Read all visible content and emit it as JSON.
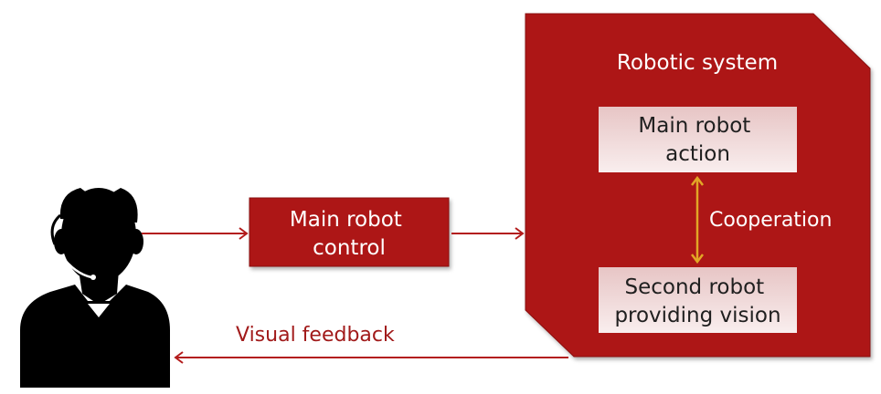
{
  "system": {
    "title": "Robotic system"
  },
  "boxes": {
    "main_action": [
      "Main robot",
      "action"
    ],
    "second_robot": [
      "Second robot",
      "providing vision"
    ],
    "main_control": [
      "Main robot",
      "control"
    ]
  },
  "labels": {
    "cooperation": "Cooperation",
    "visual_feedback": "Visual feedback"
  },
  "colors": {
    "system_fill": "#ad1616",
    "control_fill": "#ad1616",
    "arrow_red": "#b31c1c",
    "arrow_cooperation": "#e2a626",
    "operator": "#000000"
  }
}
